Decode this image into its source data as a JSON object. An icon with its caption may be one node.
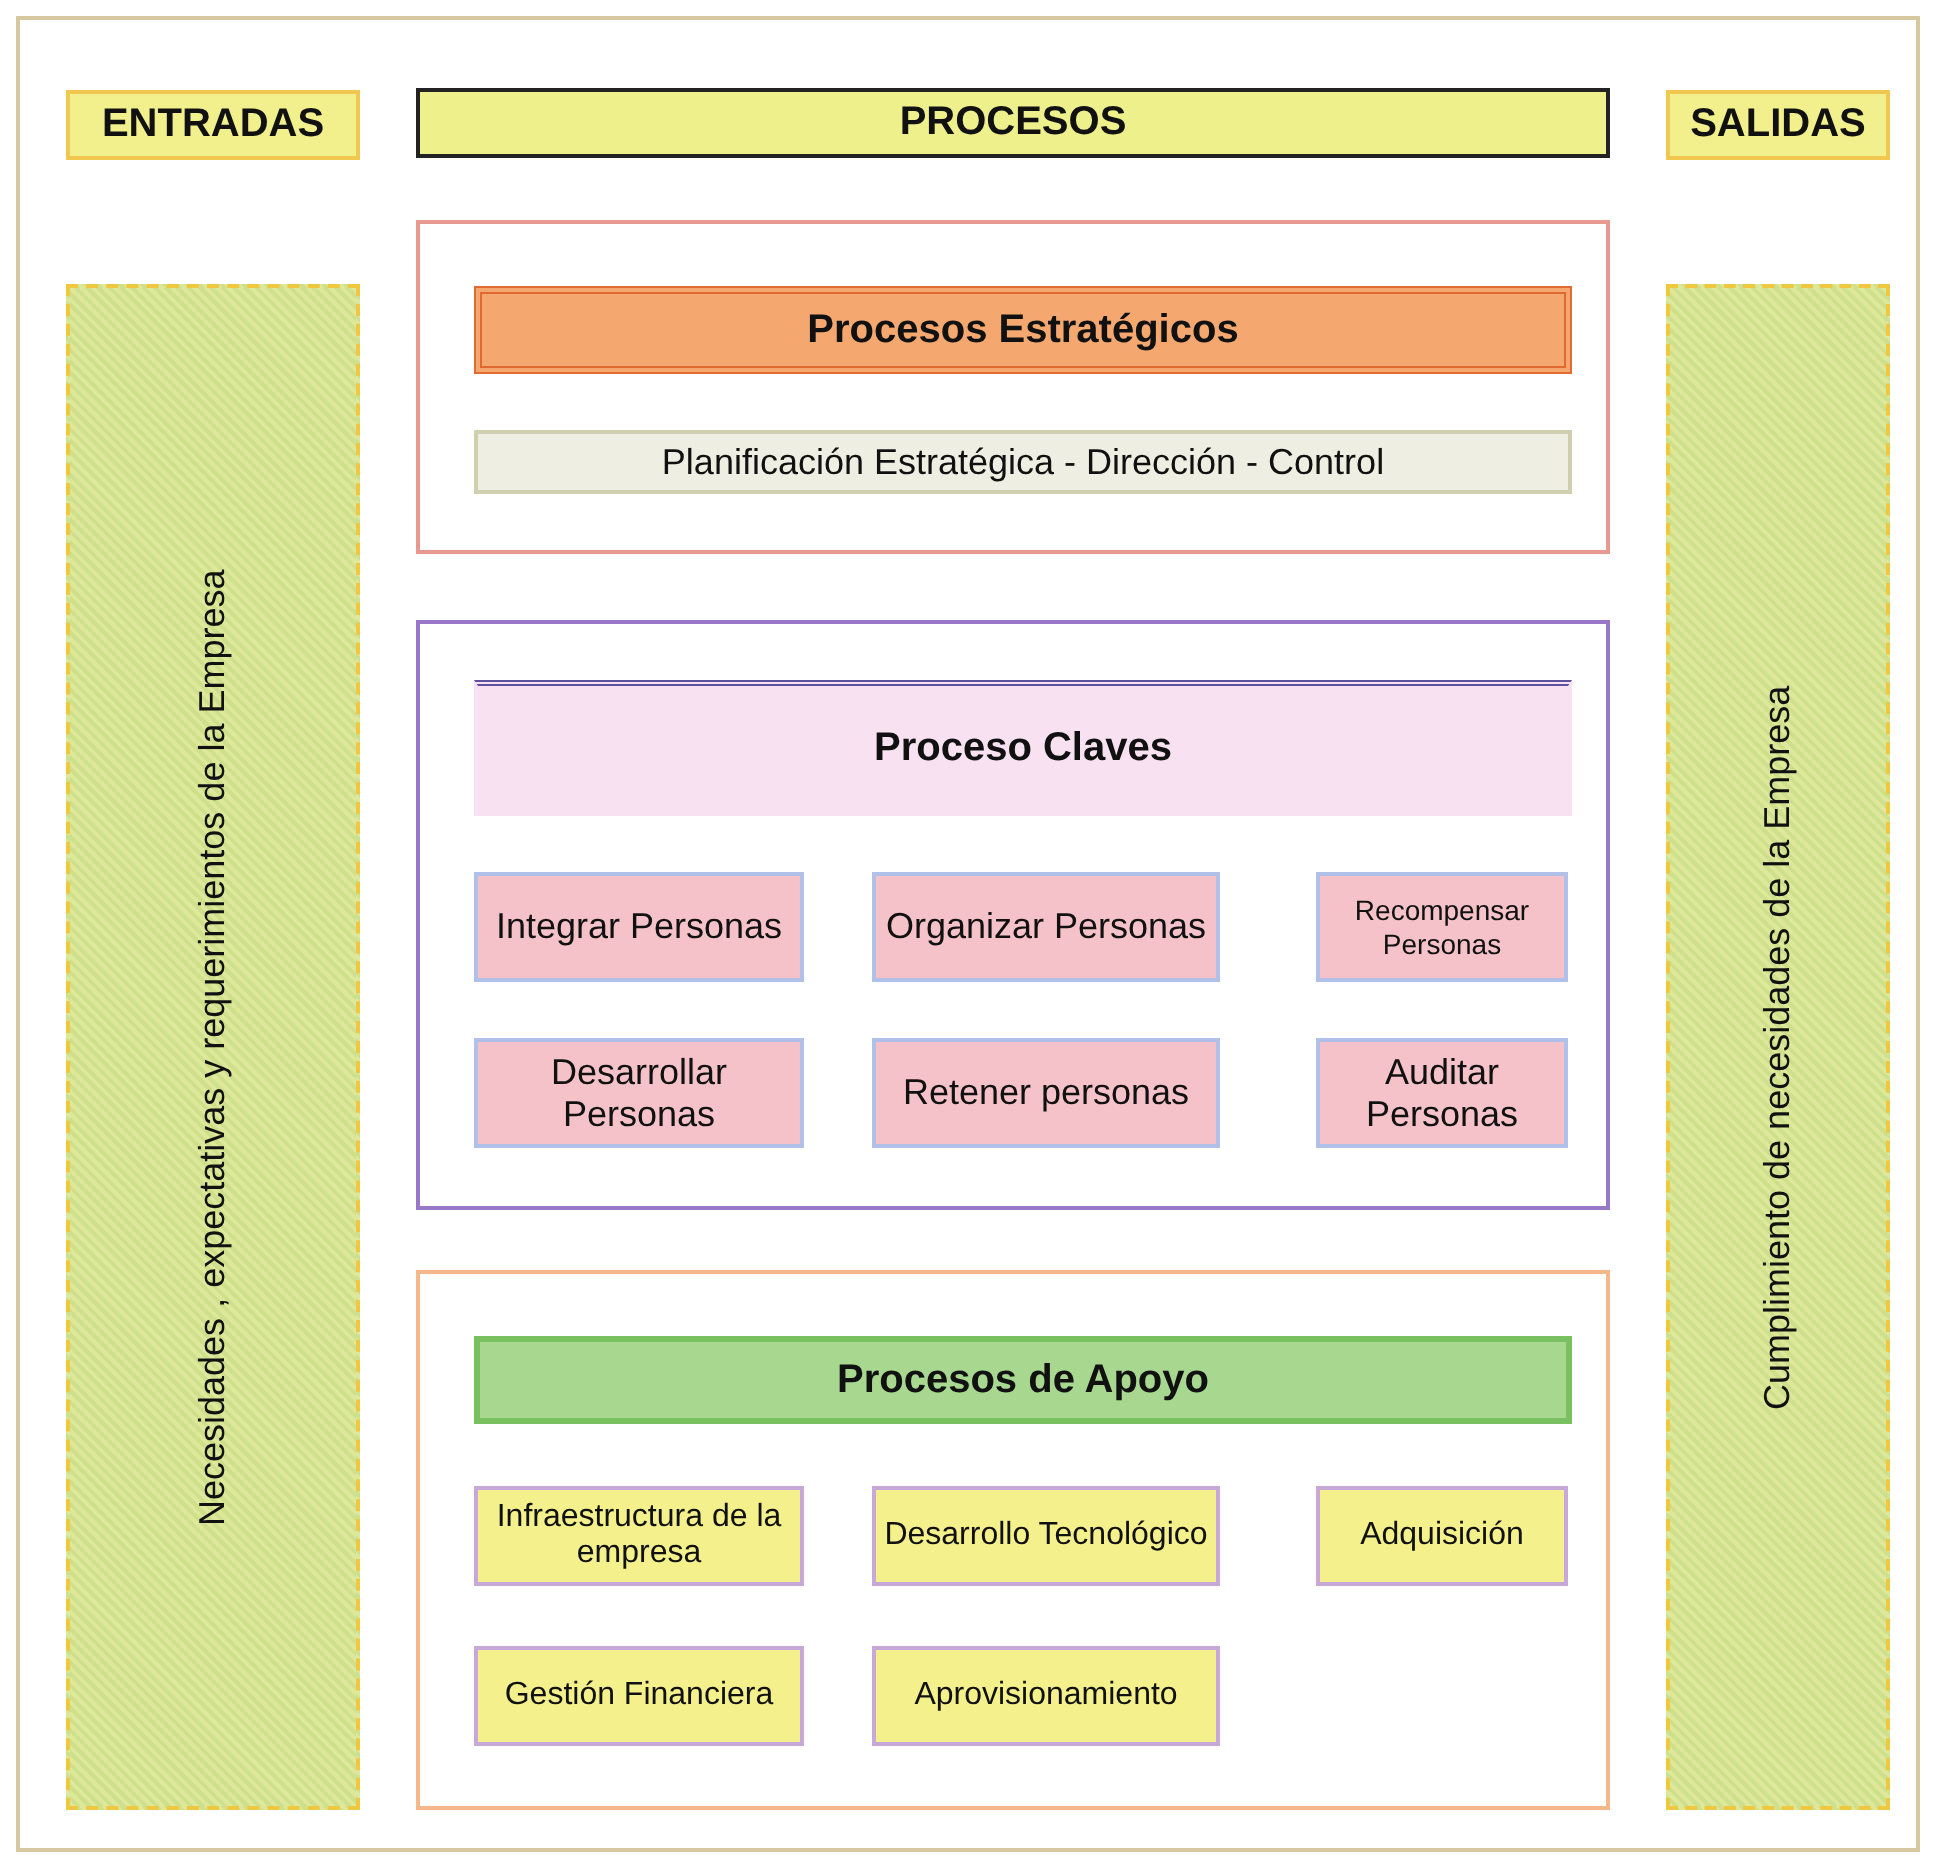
{
  "diagram": {
    "nodes": [
      {
        "text": [
          "ENTRADAS"
        ]
      },
      {
        "text": [
          "PROCESOS"
        ]
      },
      {
        "text": [
          "SALIDAS"
        ]
      },
      {
        "text": [
          "Necesidades , expectativas y requerimientos de la Empresa"
        ]
      },
      {
        "text": [],
        "shape": "box"
      },
      {
        "text": [
          "Procesos Estratégicos"
        ],
        "in": 4
      },
      {
        "text": [
          "Planificación Estratégica - Dirección - Control"
        ],
        "in": 4
      },
      {
        "text": [],
        "shape": "box"
      },
      {
        "text": [
          "Proceso Claves"
        ],
        "in": 7
      },
      {
        "text": [
          "Integrar Personas"
        ],
        "in": 7
      },
      {
        "text": [
          "Organizar Personas"
        ],
        "in": 7
      },
      {
        "text": [
          "Recompensar Personas"
        ],
        "in": 7
      },
      {
        "text": [
          "Desarrollar Personas"
        ],
        "in": 7
      },
      {
        "text": [
          "Retener personas"
        ],
        "in": 7
      },
      {
        "text": [
          "Auditar Personas"
        ],
        "in": 7
      },
      {
        "text": [],
        "shape": "box"
      },
      {
        "text": [
          "Procesos de Apoyo"
        ],
        "in": 15
      },
      {
        "text": [
          "Infraestructura de la empresa"
        ],
        "in": 15
      },
      {
        "text": [
          "Desarrollo Tecnológico"
        ],
        "in": 15
      },
      {
        "text": [
          "Adquisición"
        ],
        "in": 15
      },
      {
        "text": [
          "Gestión Financiera"
        ],
        "in": 15
      },
      {
        "text": [
          "Aprovisionamiento"
        ],
        "in": 15
      },
      {
        "text": [
          "Cumplimiento de necesidades de la Empresa"
        ]
      }
    ]
  }
}
